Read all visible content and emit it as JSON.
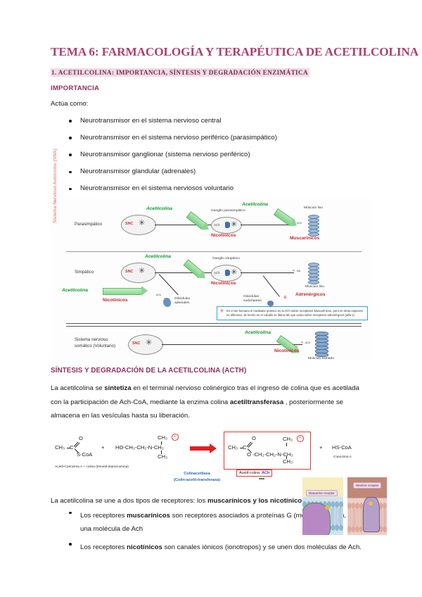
{
  "document": {
    "title": "TEMA 6: FARMACOLOGÍA Y TERAPÉUTICA DE ACETILCOLINA",
    "section1_heading": "1. ACETILCOLINA: IMPORTANCIA, SÍNTESIS Y DEGRADACIÓN ENZIMÁTICA",
    "importancia_heading": "IMPORTANCIA",
    "actua_como": "Actúa como:",
    "importancia_bullets": [
      "Neurotransmisor en el sistema nervioso central",
      "Neurotransmisor en el sistema nervioso periférico (parasimpático)",
      "Neurotransmisor ganglionar (sistema nervioso periférico)",
      "Neurotransmisor glandular (adrenales)",
      "Neurotransmisor en el sistema nerviosos voluntario"
    ],
    "sintesis_heading": "SÍNTESIS Y DEGRADACIÓN DE LA ACETILCOLINA (ACTH)",
    "sintesis_para_1": "La acetilcolina se ",
    "sintesis_para_1_b": "sintetiza",
    "sintesis_para_2": " en el terminal nervioso colinérgico tras el ingreso de colina que es acetilada con la participación de Ach-CoA, mediante la enzima colina ",
    "sintesis_para_2_b": "acetiltransferasa",
    "sintesis_para_3": " , posteriormente se almacena en las vesículas hasta su liberación.",
    "receptores_intro_a": "La acetilcolina se une a dos tipos de receptores: los ",
    "receptores_intro_b": "muscarínicos y los nicotínicos",
    "receptor_bullets": [
      {
        "pre": "Los receptores ",
        "bold": "muscarínicos",
        "post": " son receptores asociados a proteínas G (metabotrópicos), se une una molécula de Ach"
      },
      {
        "pre": "Los receptores ",
        "bold": "nicotínicos",
        "post": " son canales iónicos (ionotropos) y se unen dos moléculas de Ach."
      }
    ]
  },
  "sna_figure": {
    "vertical_label": "Sistema Nervioso Autónomo (SNA)",
    "rows": [
      {
        "label": "Parasimpático"
      },
      {
        "label": "Simpático"
      },
      {
        "label": "Sistema nervioso\nsomático (Voluntario)"
      }
    ],
    "somatic_label_line1": "Sistema nervioso",
    "somatic_label_line2": "somático (Voluntario)",
    "snc_label": "SNC",
    "ach_in_ganglion": "ACh",
    "acetilcolina_label": "Acetilcolina",
    "ganglio_parasimpatico": "Ganglio parasimpático",
    "ganglio_simpatico": "Ganglio simpático",
    "nicotinicos": "Nicotínicos",
    "muscarinicos": "Muscarínicos",
    "adrenergicos": "Adrenérgicos",
    "musculo_liso": "Músculo liso",
    "musculo_estriado": "Músculo estriado",
    "glandulas_adrenales_l1": "Glándulas",
    "glandulas_adrenales_l2": "adrenales",
    "glandulas_sudoriparas_l1": "Glándulas",
    "glandulas_sudoriparas_l2": "sudoríparas",
    "ach_small": "ACh",
    "na_small": "NA",
    "note": "En el ser humano el mediador químico es la ACh sobre receptores Muscarínicos, pero en otras especies es diferente, de hecho en el caballo se libera NE que actúa sobre receptores adrenérgicos (alfa-1)"
  },
  "chem_figure": {
    "acetyl_coa_ch3": "CH₃",
    "acetyl_coa_c": "C",
    "acetyl_coa_o": "O",
    "acetyl_coa_scoa": "S-CoA",
    "plus1": "+",
    "choline": "HO-CH₂-CH₂-N-CH₃",
    "choline_top": "CH₃",
    "choline_bottom": "CH₃",
    "charge_plus": "+",
    "reactants_caption": "Acetil-Coenzima A   + colina (trimetil-etanol-amina)",
    "enzyme_line1": "Colinacetilasa",
    "enzyme_line2": "(Colin-acetil-transferasa)",
    "product_ch3": "CH₃",
    "product_c": "C",
    "product_o": "O",
    "product_chain": "O -CH₂-CH₂-N-CH₃",
    "product_top": "CH₃",
    "product_bottom": "CH₃",
    "product_label": "Acetil-colina",
    "product_label_abbr": "ACh",
    "plus2": "+",
    "hs_coa": "HS-CoA",
    "coenzima_a": "Coenzima A"
  },
  "receptor_images": {
    "muscarinic_caption": "Muscarinic receptor",
    "nicotinic_caption": "Nicotinic receptor"
  },
  "colors": {
    "title": "#a94070",
    "heading_highlight": "#efdce6",
    "subheading": "#8e3060",
    "receptor_red": "#d0232b",
    "ach_green": "#0f9b2e",
    "note_border": "#29a8e0",
    "red_arrow": "#e02020",
    "enzyme_blue": "#2d6aa8"
  }
}
